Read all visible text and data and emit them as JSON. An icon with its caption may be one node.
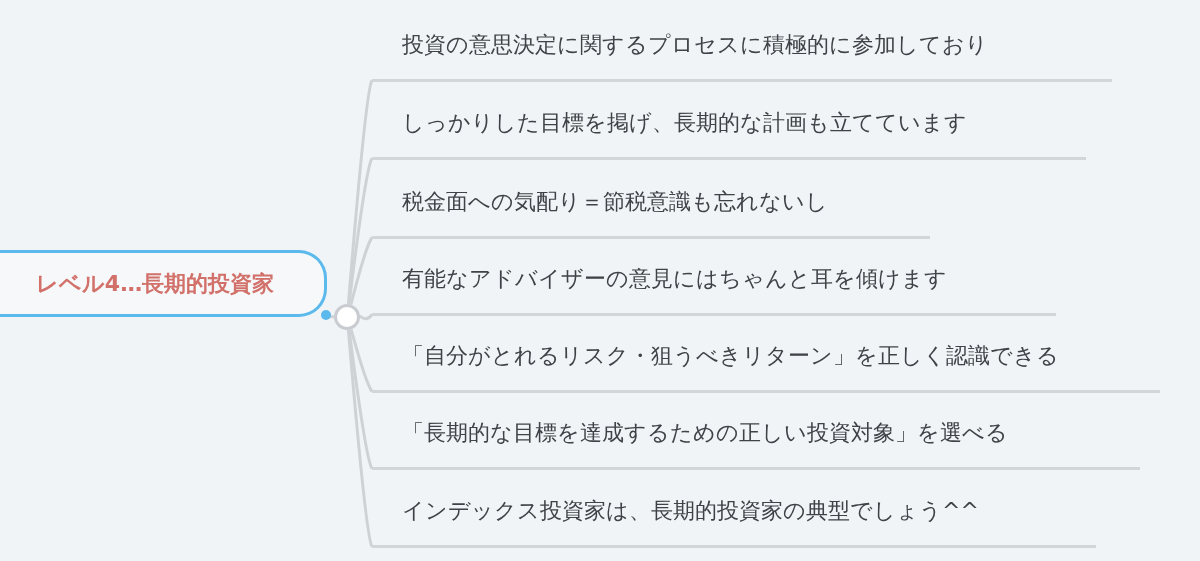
{
  "diagram": {
    "nodes": [
      {
        "text": [
          "レベル4…長期的投資家"
        ]
      },
      {
        "text": [],
        "shape": "circle"
      },
      {
        "text": [
          "投資の意思決定に関するプロセスに積極的に参加しており"
        ]
      },
      {
        "text": [
          "しっかりした目標を掲げ、長期的な計画も立てています"
        ]
      },
      {
        "text": [
          "税金面への気配り＝節税意識も忘れないし"
        ]
      },
      {
        "text": [
          "有能なアドバイザーの意見にはちゃんと耳を傾けます"
        ]
      },
      {
        "text": [
          "「自分がとれるリスク・狙うべきリターン」を正しく認識できる"
        ]
      },
      {
        "text": [
          "「長期的な目標を達成するための正しい投資対象」を選べる"
        ]
      },
      {
        "text": [
          "インデックス投資家は、長期的投資家の典型でしょう^^"
        ]
      }
    ],
    "edges": [
      {
        "from": 0,
        "to": 1,
        "arrow": "none"
      },
      {
        "from": 1,
        "to": 2,
        "arrow": "none"
      },
      {
        "from": 1,
        "to": 3,
        "arrow": "none"
      },
      {
        "from": 1,
        "to": 4,
        "arrow": "none"
      },
      {
        "from": 1,
        "to": 5,
        "arrow": "none"
      },
      {
        "from": 1,
        "to": 6,
        "arrow": "none"
      },
      {
        "from": 1,
        "to": 7,
        "arrow": "none"
      },
      {
        "from": 1,
        "to": 8,
        "arrow": "none"
      }
    ]
  }
}
